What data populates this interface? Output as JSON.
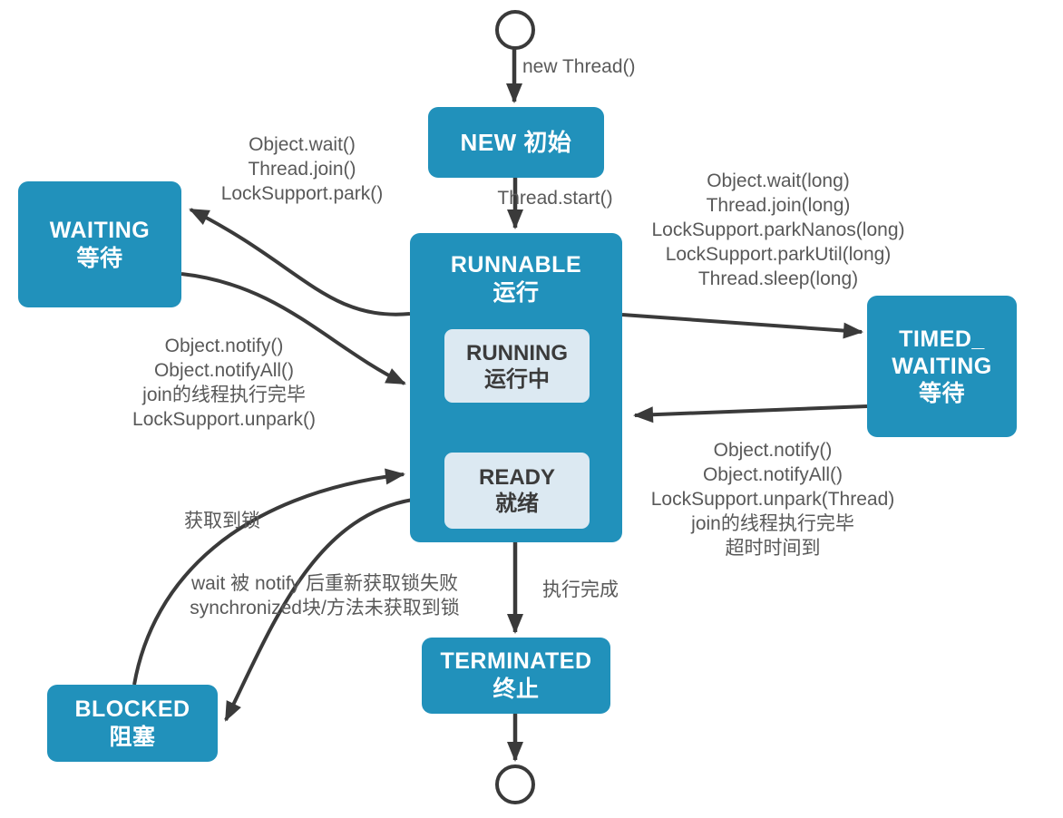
{
  "colors": {
    "state_fill": "#2191BB",
    "inner_fill": "#DCE9F2",
    "arrow": "#3A3A3A",
    "yellow_arrow": "#F2EC72",
    "label_text": "#595959"
  },
  "nodes": {
    "new": {
      "label": "NEW 初始"
    },
    "runnable": {
      "label": "RUNNABLE\n运行"
    },
    "running": {
      "label": "RUNNING\n运行中"
    },
    "ready": {
      "label": "READY\n就绪"
    },
    "waiting": {
      "label": "WAITING\n等待"
    },
    "timed_waiting": {
      "label": "TIMED_\nWAITING\n等待"
    },
    "blocked": {
      "label": "BLOCKED\n阻塞"
    },
    "terminated": {
      "label": "TERMINATED\n终止"
    }
  },
  "edges": {
    "new_thread": {
      "label": "new Thread()"
    },
    "thread_start": {
      "label": "Thread.start()"
    },
    "runnable_to_waiting": {
      "label": "Object.wait()\nThread.join()\nLockSupport.park()"
    },
    "waiting_to_runnable": {
      "label": "Object.notify()\nObject.notifyAll()\njoin的线程执行完毕\nLockSupport.unpark()"
    },
    "runnable_to_timed_waiting": {
      "label": "Object.wait(long)\nThread.join(long)\nLockSupport.parkNanos(long)\nLockSupport.parkUtil(long)\nThread.sleep(long)"
    },
    "timed_waiting_to_runnable": {
      "label": "Object.notify()\nObject.notifyAll()\nLockSupport.unpark(Thread)\njoin的线程执行完毕\n超时时间到"
    },
    "blocked_to_runnable": {
      "label": "获取到锁"
    },
    "runnable_to_blocked": {
      "label": "wait 被 notify 后重新获取锁失败\nsynchronized块/方法未获取到锁"
    },
    "runnable_to_terminated": {
      "label": "执行完成"
    }
  }
}
